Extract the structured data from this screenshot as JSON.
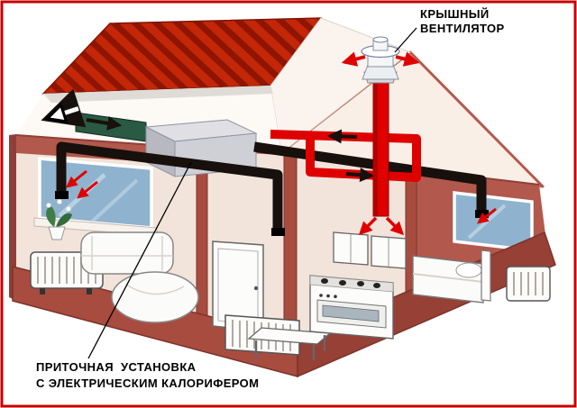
{
  "labels": {
    "roof_fan": {
      "line1": "КРЫШНЫЙ",
      "line2": "ВЕНТИЛЯТОР"
    },
    "supply_unit": {
      "line1": "ПРИТОЧНАЯ  УСТАНОВКА",
      "line2": "С ЭЛЕКТРИЧЕСКИМ КАЛОРИФЕРОМ"
    }
  },
  "colors": {
    "frame_border": "#c40000",
    "wall_terracotta": "#b2584c",
    "wall_dark": "#8e4038",
    "floor_band": "#a84c40",
    "roof_red": "#c32708",
    "roof_stripe_dark": "#8f1502",
    "duct_black": "#17100c",
    "duct_red": "#df0000",
    "duct_green": "#2a5a42",
    "window_blue": "#8fb3ce",
    "unit_gray": "#cfcfd6",
    "label_text": "#000000"
  }
}
